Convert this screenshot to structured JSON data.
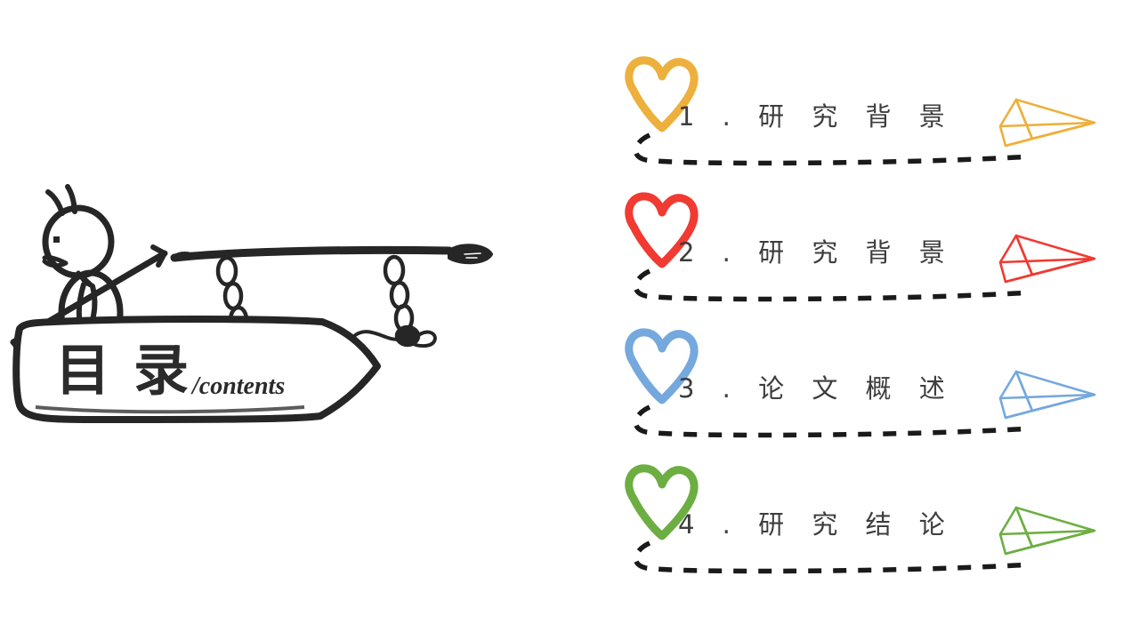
{
  "slide": {
    "background_color": "#ffffff",
    "title_sign": {
      "chinese_title": "目录",
      "english_title": "/contents",
      "ink_color": "#2b2b2b"
    },
    "character": {
      "name": "stick-figure-person",
      "description_glyphs": [
        "head",
        "antenna-hair",
        "eye",
        "mouth",
        "necktie",
        "arm",
        "leg"
      ],
      "ink_color": "#262626"
    }
  },
  "toc": {
    "dash_color": "#1a1a1a",
    "text_color": "#3d3d3d",
    "items": [
      {
        "number": "1",
        "separator": ".",
        "title": "研究背景",
        "label": "1 . 研 究 背 景",
        "color": "#edb03c",
        "heart_icon": "heart-icon",
        "plane_icon": "paper-plane-icon",
        "dash_icon": "dashed-curve-line"
      },
      {
        "number": "2",
        "separator": ".",
        "title": "研究背景",
        "label": "2 . 研 究 背 景",
        "color": "#f03a32",
        "heart_icon": "heart-icon",
        "plane_icon": "paper-plane-icon",
        "dash_icon": "dashed-curve-line"
      },
      {
        "number": "3",
        "separator": ".",
        "title": "论文概述",
        "label": "3 . 论 文 概 述",
        "color": "#75a8dd",
        "heart_icon": "heart-icon",
        "plane_icon": "paper-plane-icon",
        "dash_icon": "dashed-curve-line"
      },
      {
        "number": "4",
        "separator": ".",
        "title": "研究结论",
        "label": "4 . 研 究 结 论",
        "color": "#6dae43",
        "heart_icon": "heart-icon",
        "plane_icon": "paper-plane-icon",
        "dash_icon": "dashed-curve-line"
      }
    ]
  }
}
